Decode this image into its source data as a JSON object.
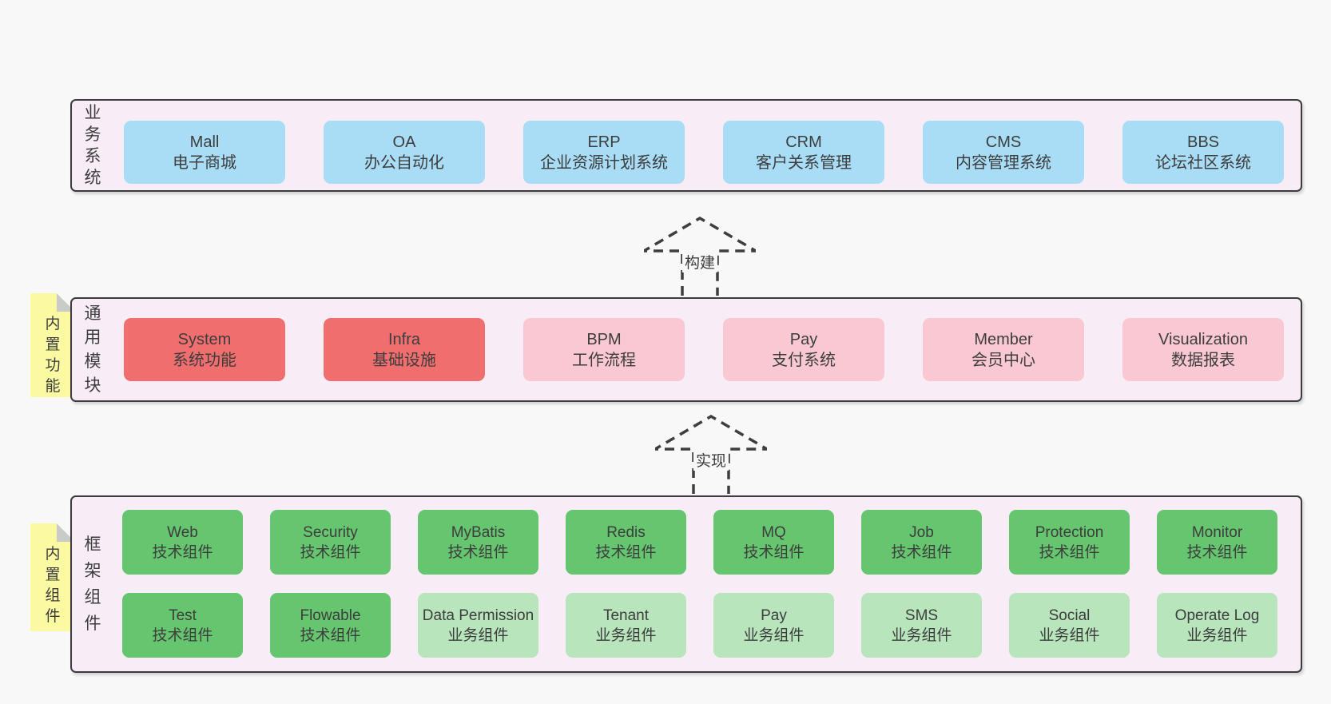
{
  "colors": {
    "page_bg": "#f8f8f8",
    "container_bg": "#f8edf6",
    "container_border": "#3c3c3c",
    "blue": "#a9ddf6",
    "red": "#f06e6e",
    "pink": "#f9c8d2",
    "green": "#66c56f",
    "light_green": "#b8e5bc",
    "sticky_yellow": "#fbf9a2",
    "sticky_fold": "#c9cbc9",
    "text": "#3d3d3d",
    "arrow": "#3e3e3e"
  },
  "arrows": {
    "build": {
      "label": "构建"
    },
    "implement": {
      "label": "实现"
    }
  },
  "sections": {
    "business": {
      "label": "业务系统",
      "boxes": [
        {
          "en": "Mall",
          "zh": "电子商城"
        },
        {
          "en": "OA",
          "zh": "办公自动化"
        },
        {
          "en": "ERP",
          "zh": "企业资源计划系统"
        },
        {
          "en": "CRM",
          "zh": "客户关系管理"
        },
        {
          "en": "CMS",
          "zh": "内容管理系统"
        },
        {
          "en": "BBS",
          "zh": "论坛社区系统"
        }
      ]
    },
    "modules": {
      "label": "通用模块",
      "sticky": "内置功能",
      "boxes": [
        {
          "en": "System",
          "zh": "系统功能"
        },
        {
          "en": "Infra",
          "zh": "基础设施"
        },
        {
          "en": "BPM",
          "zh": "工作流程"
        },
        {
          "en": "Pay",
          "zh": "支付系统"
        },
        {
          "en": "Member",
          "zh": "会员中心"
        },
        {
          "en": "Visualization",
          "zh": "数据报表"
        }
      ]
    },
    "components": {
      "label": "框架组件",
      "sticky": "内置组件",
      "rows": [
        [
          {
            "en": "Web",
            "zh": "技术组件"
          },
          {
            "en": "Security",
            "zh": "技术组件"
          },
          {
            "en": "MyBatis",
            "zh": "技术组件"
          },
          {
            "en": "Redis",
            "zh": "技术组件"
          },
          {
            "en": "MQ",
            "zh": "技术组件"
          },
          {
            "en": "Job",
            "zh": "技术组件"
          },
          {
            "en": "Protection",
            "zh": "技术组件"
          },
          {
            "en": "Monitor",
            "zh": "技术组件"
          }
        ],
        [
          {
            "en": "Test",
            "zh": "技术组件"
          },
          {
            "en": "Flowable",
            "zh": "技术组件"
          },
          {
            "en": "Data Permission",
            "zh": "业务组件"
          },
          {
            "en": "Tenant",
            "zh": "业务组件"
          },
          {
            "en": "Pay",
            "zh": "业务组件"
          },
          {
            "en": "SMS",
            "zh": "业务组件"
          },
          {
            "en": "Social",
            "zh": "业务组件"
          },
          {
            "en": "Operate Log",
            "zh": "业务组件"
          }
        ]
      ]
    }
  }
}
